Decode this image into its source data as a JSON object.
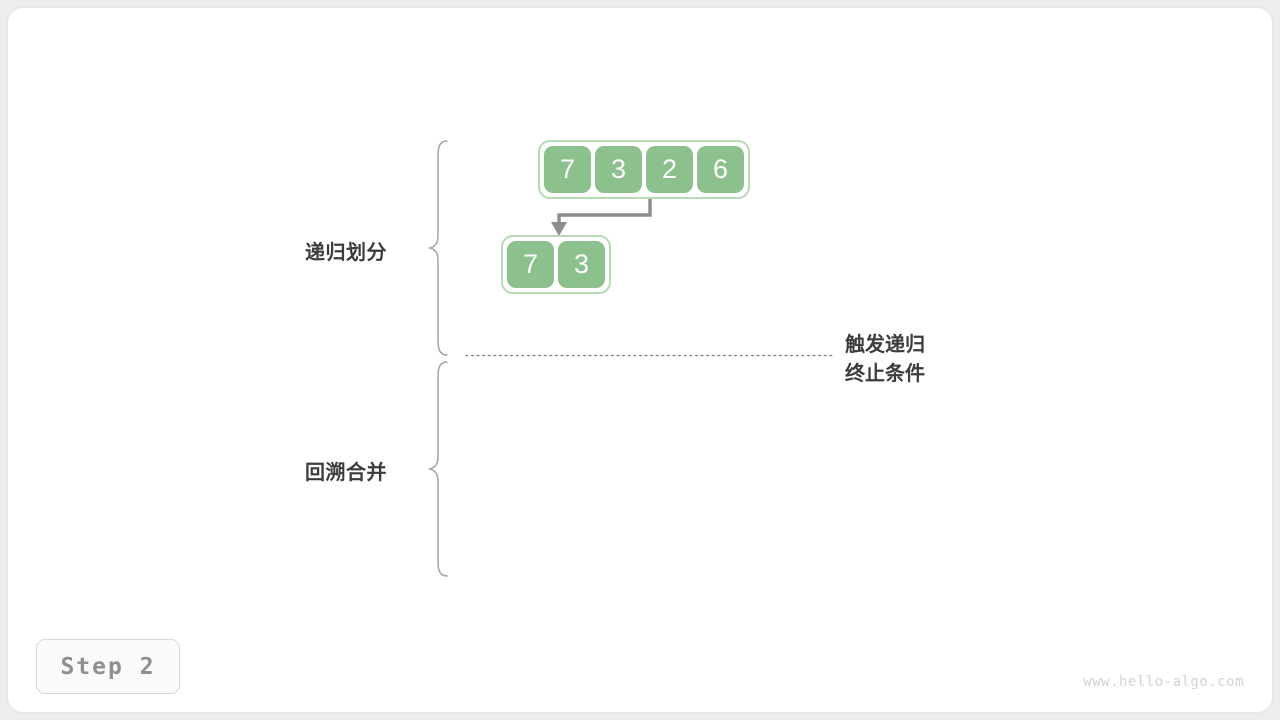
{
  "theme": {
    "page_background": "#ededed",
    "card_background": "#ffffff",
    "cell_fill": "#8cc08c",
    "cell_text": "#ffffff",
    "group_border": "#b7d9b4",
    "arrow_color": "#8c8c8c",
    "brace_color": "#a0a0a0",
    "label_color": "#3c3c3c",
    "badge_text": "#8f8f8f",
    "watermark_color": "#d2d2d2"
  },
  "diagram": {
    "title": "merge sort recursive divide step",
    "rows": [
      {
        "name": "full-array",
        "values": [
          "7",
          "3",
          "2",
          "6"
        ]
      },
      {
        "name": "left-subarray",
        "values": [
          "7",
          "3"
        ]
      }
    ],
    "braces": [
      {
        "name": "divide-brace",
        "label": "递归划分"
      },
      {
        "name": "merge-brace",
        "label": "回溯合并"
      }
    ],
    "divider": {
      "name": "recursion-terminate-divider",
      "label_line1": "触发递归",
      "label_line2": "终止条件"
    },
    "arrow": {
      "name": "divide-arrow",
      "from_row": 0,
      "to_row": 1
    }
  },
  "footer": {
    "step_label": "Step 2",
    "watermark": "www.hello-algo.com"
  }
}
